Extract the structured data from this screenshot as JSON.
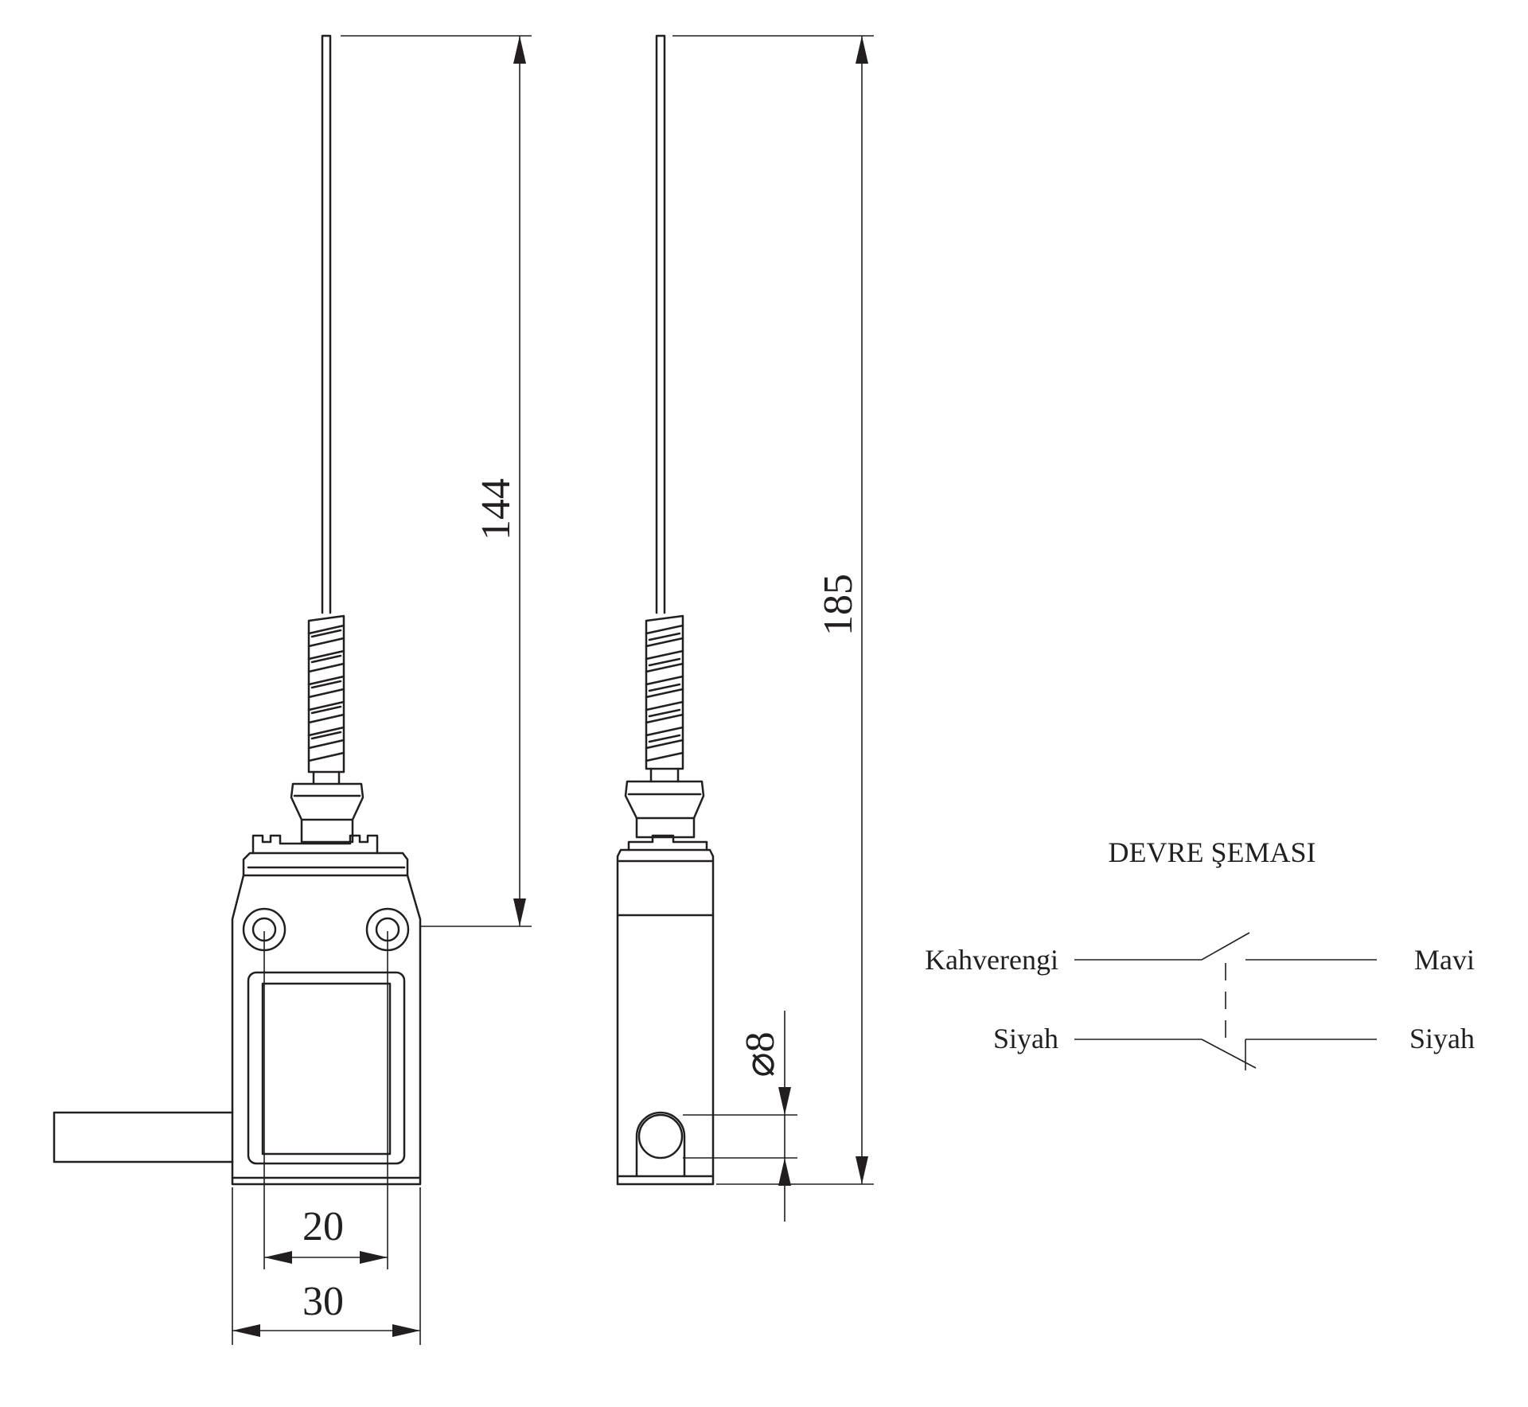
{
  "dimensions": {
    "rod_length": "144",
    "total_height": "185",
    "hole_spacing": "20",
    "body_width": "30",
    "roller_diameter": "⌀8"
  },
  "circuit": {
    "title": "DEVRE ŞEMASI",
    "top_left": "Kahverengi",
    "top_right": "Mavi",
    "bottom_left": "Siyah",
    "bottom_right": "Siyah"
  }
}
